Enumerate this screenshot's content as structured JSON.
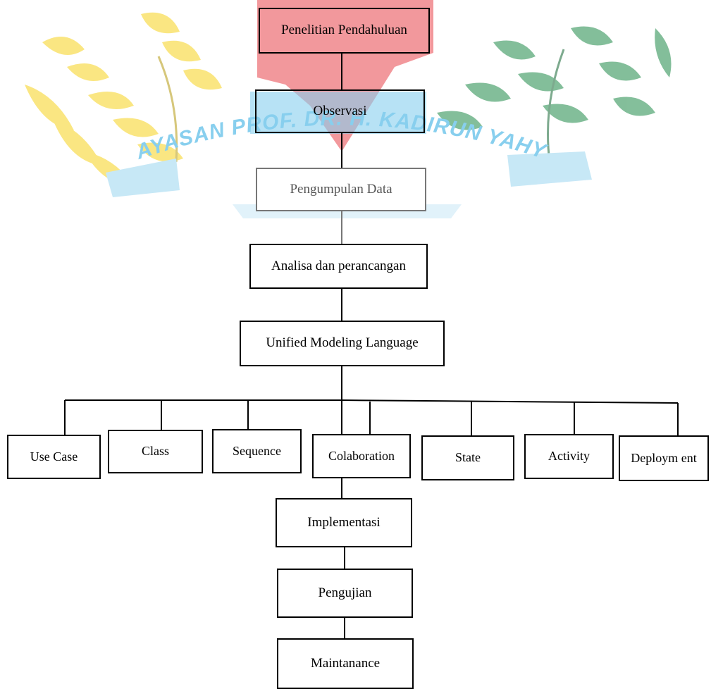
{
  "watermark": {
    "text": "YAYASAN PROF. DR. H. KADIRUN YAHYA",
    "text_color": "#27a9e1",
    "flag_color": "#e8454c",
    "leaf_yellow": "#f7d21d",
    "leaf_green": "#1f8a49"
  },
  "flow": {
    "penelitian": "Penelitian Pendahuluan",
    "observasi": "Observasi",
    "pengumpulan": "Pengumpulan Data",
    "analisa": "Analisa dan perancangan",
    "uml": "Unified Modeling Language",
    "implementasi": "Implementasi",
    "pengujian": "Pengujian",
    "maintanance": "Maintanance"
  },
  "uml_diagrams": {
    "use_case": "Use Case",
    "class": "Class",
    "sequence": "Sequence",
    "colaboration": "Colaboration",
    "state": "State",
    "activity": "Activity",
    "deployment": "Deploym ent"
  }
}
